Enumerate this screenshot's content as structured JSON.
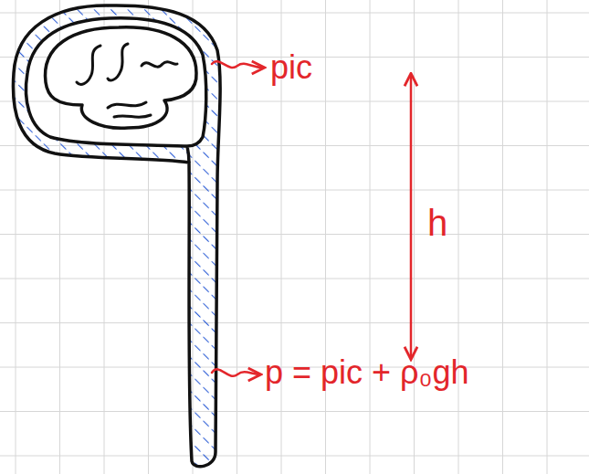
{
  "diagram": {
    "labels": [
      "pic",
      "h",
      "p = pic + ρ₀gh"
    ]
  }
}
